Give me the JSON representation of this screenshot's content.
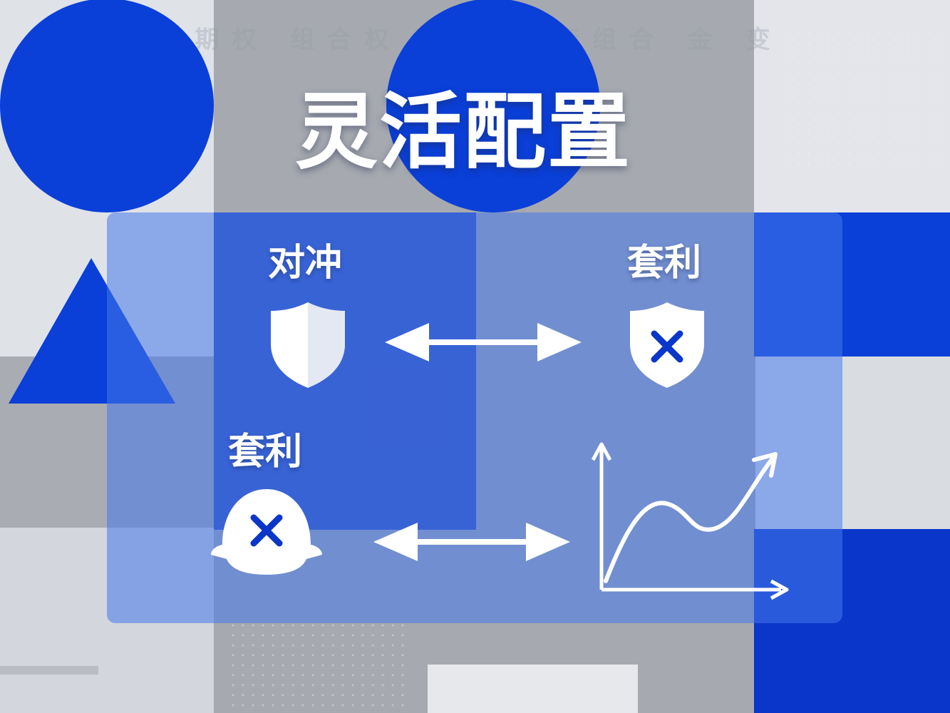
{
  "watermark_text": "ETF 期权 组合权 融组合 套组合 金 变",
  "title": "灵活配置",
  "labels": {
    "hedge_top": "对冲",
    "arbitrage_top": "套利",
    "arbitrage_bottom": "套利"
  },
  "colors": {
    "brand_blue": "#0a3fd8",
    "light_gray": "#dfe2e7",
    "mid_gray": "#a4a7ae",
    "white": "#ffffff"
  },
  "icons": [
    "shield-half-icon",
    "double-arrow-icon",
    "shield-x-icon",
    "helmet-x-icon",
    "growth-chart-icon"
  ]
}
